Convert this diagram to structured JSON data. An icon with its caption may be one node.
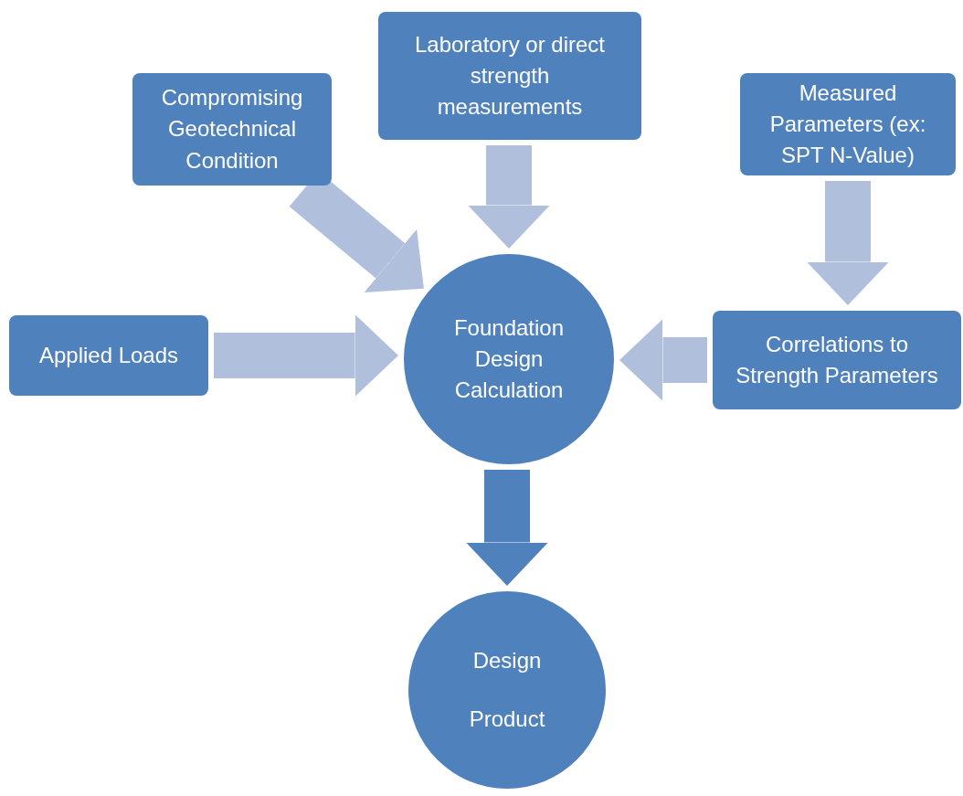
{
  "diagram": {
    "nodes": [
      {
        "text": [
          "Compromising Geotechnical Condition"
        ]
      },
      {
        "text": [
          "Laboratory or direct strength measurements"
        ]
      },
      {
        "text": [
          "Measured Parameters (ex: SPT N-Value)"
        ]
      },
      {
        "text": [
          "Applied Loads"
        ]
      },
      {
        "text": [
          "Foundation Design Calculation"
        ]
      },
      {
        "text": [
          "Correlations to Strength Parameters"
        ]
      },
      {
        "text": [
          "Design",
          "Product"
        ]
      }
    ],
    "edges": [
      {
        "from": 0,
        "to": 4,
        "arrow": "to"
      },
      {
        "from": 1,
        "to": 4,
        "arrow": "to"
      },
      {
        "from": 2,
        "to": 5,
        "arrow": "to"
      },
      {
        "from": 3,
        "to": 4,
        "arrow": "to"
      },
      {
        "from": 5,
        "to": 4,
        "arrow": "to"
      },
      {
        "from": 4,
        "to": 6,
        "arrow": "to",
        "color": "#4f81bd"
      }
    ]
  }
}
